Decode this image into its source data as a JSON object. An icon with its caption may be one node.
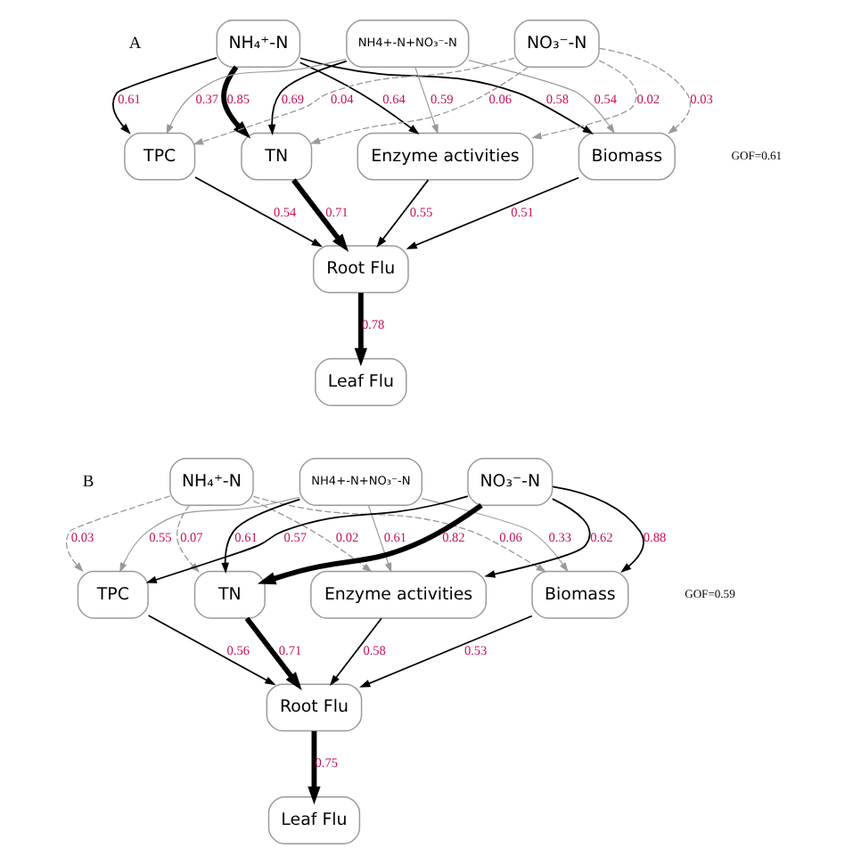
{
  "diagram": {
    "nodes": [
      {
        "text": [
          "NH₄⁺-N"
        ]
      },
      {
        "text": [
          "NH4+-N+NO₃⁻-N"
        ]
      },
      {
        "text": [
          "NO₃⁻-N"
        ]
      },
      {
        "text": [
          "TPC"
        ]
      },
      {
        "text": [
          "TN"
        ]
      },
      {
        "text": [
          "Enzyme activities"
        ]
      },
      {
        "text": [
          "Biomass"
        ]
      },
      {
        "text": [
          "Root Flu"
        ]
      },
      {
        "text": [
          "Leaf Flu"
        ]
      },
      {
        "text": [
          "NH₄⁺-N"
        ]
      },
      {
        "text": [
          "NH4+-N+NO₃⁻-N"
        ]
      },
      {
        "text": [
          "NO₃⁻-N"
        ]
      },
      {
        "text": [
          "TPC"
        ]
      },
      {
        "text": [
          "TN"
        ]
      },
      {
        "text": [
          "Enzyme activities"
        ]
      },
      {
        "text": [
          "Biomass"
        ]
      },
      {
        "text": [
          "Root Flu"
        ]
      },
      {
        "text": [
          "Leaf Flu"
        ]
      }
    ],
    "edges": [
      {
        "from": 0,
        "to": 3,
        "arrow": "to",
        "label": "0.61"
      },
      {
        "from": 0,
        "to": 4,
        "arrow": "to",
        "label": "0.85",
        "style": "thick"
      },
      {
        "from": 0,
        "to": 5,
        "arrow": "to",
        "label": "0.64"
      },
      {
        "from": 0,
        "to": 6,
        "arrow": "to",
        "label": "0.58"
      },
      {
        "from": 1,
        "to": 3,
        "arrow": "to",
        "label": "0.37",
        "color": "#999999"
      },
      {
        "from": 1,
        "to": 4,
        "arrow": "to",
        "label": "0.69"
      },
      {
        "from": 1,
        "to": 5,
        "arrow": "to",
        "label": "0.59",
        "color": "#999999"
      },
      {
        "from": 1,
        "to": 6,
        "arrow": "to",
        "label": "0.54",
        "color": "#999999"
      },
      {
        "from": 2,
        "to": 3,
        "arrow": "to",
        "label": "0.04",
        "style": "dashed",
        "color": "#999999"
      },
      {
        "from": 2,
        "to": 4,
        "arrow": "to",
        "label": "0.06",
        "style": "dashed",
        "color": "#999999"
      },
      {
        "from": 2,
        "to": 5,
        "arrow": "to",
        "label": "0.02",
        "style": "dashed",
        "color": "#999999"
      },
      {
        "from": 2,
        "to": 6,
        "arrow": "to",
        "label": "0.03",
        "style": "dashed",
        "color": "#999999"
      },
      {
        "from": 3,
        "to": 7,
        "arrow": "to",
        "label": "0.54"
      },
      {
        "from": 4,
        "to": 7,
        "arrow": "to",
        "label": "0.71",
        "style": "thick"
      },
      {
        "from": 5,
        "to": 7,
        "arrow": "to",
        "label": "0.55"
      },
      {
        "from": 6,
        "to": 7,
        "arrow": "to",
        "label": "0.51"
      },
      {
        "from": 7,
        "to": 8,
        "arrow": "to",
        "label": "0.78",
        "style": "thick"
      },
      {
        "from": 9,
        "to": 12,
        "arrow": "to",
        "label": "0.03",
        "style": "dashed",
        "color": "#999999"
      },
      {
        "from": 9,
        "to": 13,
        "arrow": "to",
        "label": "0.07",
        "style": "dashed",
        "color": "#999999"
      },
      {
        "from": 9,
        "to": 14,
        "arrow": "to",
        "label": "0.02",
        "style": "dashed",
        "color": "#999999"
      },
      {
        "from": 9,
        "to": 15,
        "arrow": "to",
        "label": "0.06",
        "style": "dashed",
        "color": "#999999"
      },
      {
        "from": 10,
        "to": 12,
        "arrow": "to",
        "label": "0.55",
        "color": "#999999"
      },
      {
        "from": 10,
        "to": 13,
        "arrow": "to",
        "label": "0.61"
      },
      {
        "from": 10,
        "to": 14,
        "arrow": "to",
        "label": "0.61",
        "color": "#999999"
      },
      {
        "from": 10,
        "to": 15,
        "arrow": "to",
        "label": "0.33",
        "color": "#999999"
      },
      {
        "from": 11,
        "to": 12,
        "arrow": "to",
        "label": "0.57"
      },
      {
        "from": 11,
        "to": 13,
        "arrow": "to",
        "label": "0.82",
        "style": "thick"
      },
      {
        "from": 11,
        "to": 14,
        "arrow": "to",
        "label": "0.62"
      },
      {
        "from": 11,
        "to": 15,
        "arrow": "to",
        "label": "0.88"
      },
      {
        "from": 12,
        "to": 16,
        "arrow": "to",
        "label": "0.56"
      },
      {
        "from": 13,
        "to": 16,
        "arrow": "to",
        "label": "0.71",
        "style": "thick"
      },
      {
        "from": 14,
        "to": 16,
        "arrow": "to",
        "label": "0.58"
      },
      {
        "from": 15,
        "to": 16,
        "arrow": "to",
        "label": "0.53"
      },
      {
        "from": 16,
        "to": 17,
        "arrow": "to",
        "label": "0.75",
        "style": "thick"
      }
    ],
    "labels": [
      "A",
      "GOF=0.61",
      "B",
      "GOF=0.59"
    ]
  }
}
